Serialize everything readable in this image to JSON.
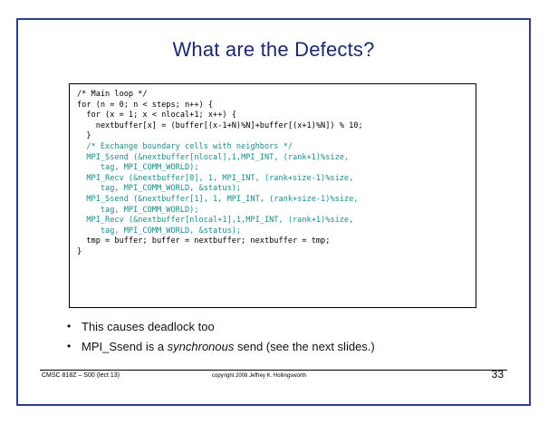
{
  "slide": {
    "title": "What are the Defects?",
    "code_lines": [
      {
        "text": "/* Main loop */",
        "color": "black"
      },
      {
        "text": "for (n = 0; n < steps; n++) {",
        "color": "black"
      },
      {
        "text": "  for (x = 1; x < nlocal+1; x++) {",
        "color": "black"
      },
      {
        "text": "    nextbuffer[x] = (buffer[(x-1+N)%N]+buffer[(x+1)%N]) % 10;",
        "color": "black"
      },
      {
        "text": "  }",
        "color": "black"
      },
      {
        "text": "  /* Exchange boundary cells with neighbors */",
        "color": "teal"
      },
      {
        "text": "  MPI_Ssend (&nextbuffer[nlocal],1,MPI_INT, (rank+1)%size,",
        "color": "teal"
      },
      {
        "text": "     tag, MPI_COMM_WORLD);",
        "color": "teal"
      },
      {
        "text": "  MPI_Recv (&nextbuffer[0], 1, MPI_INT, (rank+size-1)%size,",
        "color": "teal"
      },
      {
        "text": "     tag, MPI_COMM_WORLD, &status);",
        "color": "teal"
      },
      {
        "text": "  MPI_Ssend (&nextbuffer[1], 1, MPI_INT, (rank+size-1)%size,",
        "color": "teal"
      },
      {
        "text": "     tag, MPI_COMM_WORLD);",
        "color": "teal"
      },
      {
        "text": "  MPI_Recv (&nextbuffer[nlocal+1],1,MPI_INT, (rank+1)%size,",
        "color": "teal"
      },
      {
        "text": "     tag, MPI_COMM_WORLD, &status);",
        "color": "teal"
      },
      {
        "text": "  tmp = buffer; buffer = nextbuffer; nextbuffer = tmp;",
        "color": "black"
      },
      {
        "text": "}",
        "color": "black"
      }
    ],
    "bullets": [
      {
        "marker": "•",
        "text": "This causes deadlock too",
        "pre": "",
        "italic": "",
        "post": ""
      },
      {
        "marker": "•",
        "text": "",
        "pre": "MPI_Ssend is a ",
        "italic": "synchronous",
        "post": " send (see the next slides.)"
      }
    ]
  },
  "footer": {
    "left": "CMSC 818Z – S00  (lect 13)",
    "center": "copyright 2008 Jeffrey K. Hollingsworth",
    "page": "33"
  }
}
